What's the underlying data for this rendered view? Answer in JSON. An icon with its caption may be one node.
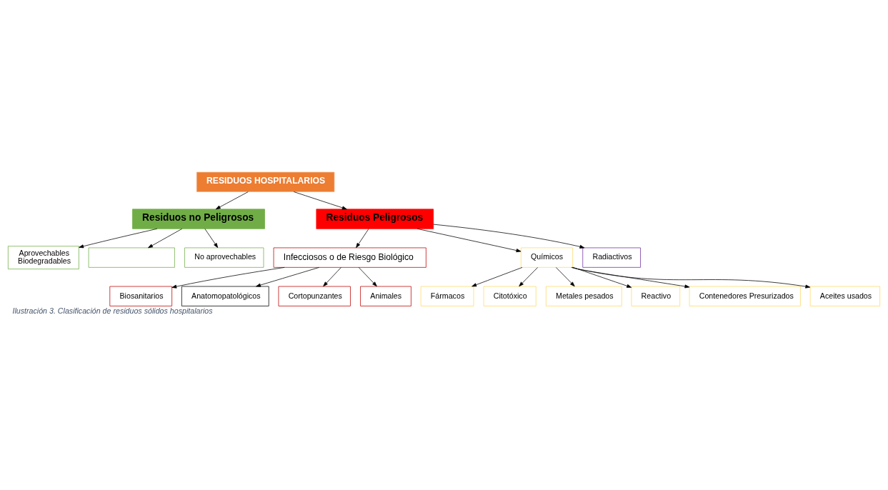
{
  "diagram": {
    "caption": "Ilustración 3. Clasificación de residuos sólidos hospitalarios",
    "nodes": [
      {
        "text": [
          "RESIDUOS HOSPITALARIOS"
        ]
      },
      {
        "text": [
          "Residuos no Peligrosos"
        ]
      },
      {
        "text": [
          "Residuos Peligrosos"
        ]
      },
      {
        "text": [
          "Infecciosos o de Riesgo Biológico"
        ]
      },
      {
        "text": [
          "Químicos"
        ]
      },
      {
        "text": [
          "Radiactivos"
        ]
      },
      {
        "text": [
          "Aprovechables",
          "Biodegradables"
        ]
      },
      {
        "text": [],
        "shape": "box"
      },
      {
        "text": [
          "No aprovechables"
        ]
      },
      {
        "text": [
          "Biosanitarios"
        ]
      },
      {
        "text": [
          "Anatomopatológicos"
        ]
      },
      {
        "text": [
          "Cortopunzantes"
        ]
      },
      {
        "text": [
          "Animales"
        ]
      },
      {
        "text": [
          "Fármacos"
        ]
      },
      {
        "text": [
          "Citotóxico"
        ]
      },
      {
        "text": [
          "Metales pesados"
        ]
      },
      {
        "text": [
          "Reactivo"
        ]
      },
      {
        "text": [
          "Contenedores Presurizados"
        ]
      },
      {
        "text": [
          "Aceites usados"
        ]
      }
    ],
    "edges": [
      {
        "from": 0,
        "to": 1,
        "arrow": "to"
      },
      {
        "from": 0,
        "to": 2,
        "arrow": "to"
      },
      {
        "from": 2,
        "to": 3,
        "arrow": "to"
      },
      {
        "from": 2,
        "to": 4,
        "arrow": "to"
      },
      {
        "from": 2,
        "to": 5,
        "arrow": "to"
      },
      {
        "from": 1,
        "to": 6,
        "arrow": "to"
      },
      {
        "from": 1,
        "to": 7,
        "arrow": "to"
      },
      {
        "from": 1,
        "to": 8,
        "arrow": "to"
      },
      {
        "from": 3,
        "to": 9,
        "arrow": "to"
      },
      {
        "from": 3,
        "to": 10,
        "arrow": "to"
      },
      {
        "from": 3,
        "to": 11,
        "arrow": "to"
      },
      {
        "from": 3,
        "to": 12,
        "arrow": "to"
      },
      {
        "from": 4,
        "to": 13,
        "arrow": "to"
      },
      {
        "from": 4,
        "to": 14,
        "arrow": "to"
      },
      {
        "from": 4,
        "to": 15,
        "arrow": "to"
      },
      {
        "from": 4,
        "to": 16,
        "arrow": "to"
      },
      {
        "from": 4,
        "to": 17,
        "arrow": "to"
      },
      {
        "from": 4,
        "to": 18,
        "arrow": "to"
      }
    ]
  }
}
